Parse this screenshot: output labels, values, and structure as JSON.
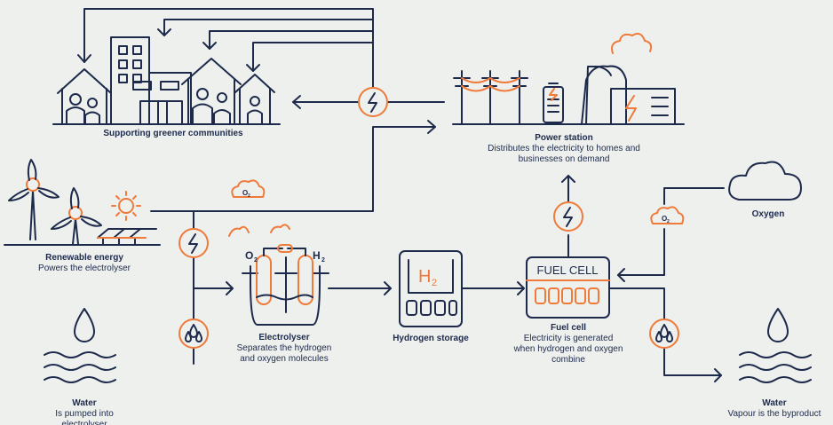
{
  "colors": {
    "navy": "#1d2a4b",
    "orange": "#ef7a3a",
    "background": "#eef0ed"
  },
  "communities": {
    "title": "Supporting greener communities"
  },
  "power_station": {
    "title": "Power station",
    "line1": "Distributes the electricity to homes and",
    "line2": "businesses on demand"
  },
  "renewable": {
    "title": "Renewable energy",
    "line1": "Powers the electrolyser"
  },
  "electrolyser": {
    "title": "Electrolyser",
    "line1": "Separates the hydrogen",
    "line2": "and oxygen molecules",
    "o2_label": "O",
    "o2_sub": "2",
    "h2_label": "H",
    "h2_sub": "2"
  },
  "hydrogen_storage": {
    "title": "Hydrogen storage",
    "symbol": "H",
    "symbol_sub": "2",
    "display": "0000"
  },
  "fuel_cell": {
    "title": "Fuel cell",
    "line1": "Electricity is generated",
    "line2": "when hydrogen and oxygen",
    "line3": "combine",
    "panel_label": "FUEL CELL",
    "display": "00000"
  },
  "oxygen": {
    "title": "Oxygen",
    "cloud_label": "O",
    "cloud_sub": "2"
  },
  "water_in": {
    "title": "Water",
    "line1": "Is pumped into",
    "line2": "electrolyser"
  },
  "water_out": {
    "title": "Water",
    "line1": "Vapour is the byproduct"
  },
  "icons": [
    "lightning-icon",
    "water-drops-icon",
    "oxygen-cloud-icon",
    "wind-turbine-icon",
    "sun-icon",
    "solar-panel-icon",
    "house-icon",
    "building-icon",
    "water-drop-icon",
    "waves-icon",
    "cloud-icon",
    "battery-icon",
    "power-pylon-icon",
    "factory-icon"
  ]
}
